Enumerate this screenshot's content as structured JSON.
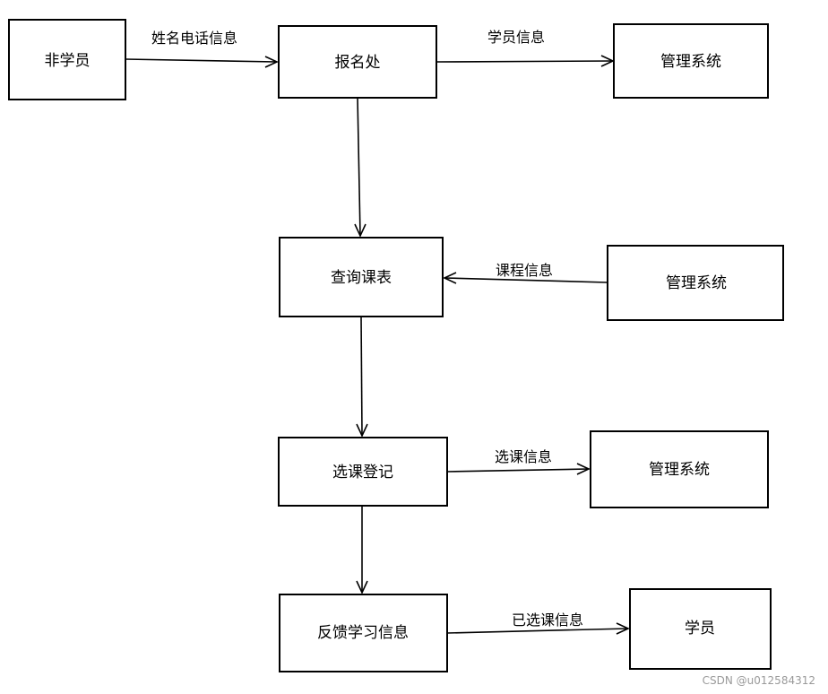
{
  "nodes": {
    "non_student": "非学员",
    "registration": "报名处",
    "management_1": "管理系统",
    "query_schedule": "查询课表",
    "management_2": "管理系统",
    "course_registration": "选课登记",
    "management_3": "管理系统",
    "feedback_info": "反馈学习信息",
    "student": "学员"
  },
  "edges": {
    "name_phone": "姓名电话信息",
    "student_info": "学员信息",
    "course_info": "课程信息",
    "selection_info": "选课信息",
    "selected_info": "已选课信息"
  },
  "watermark": "CSDN @u012584312"
}
